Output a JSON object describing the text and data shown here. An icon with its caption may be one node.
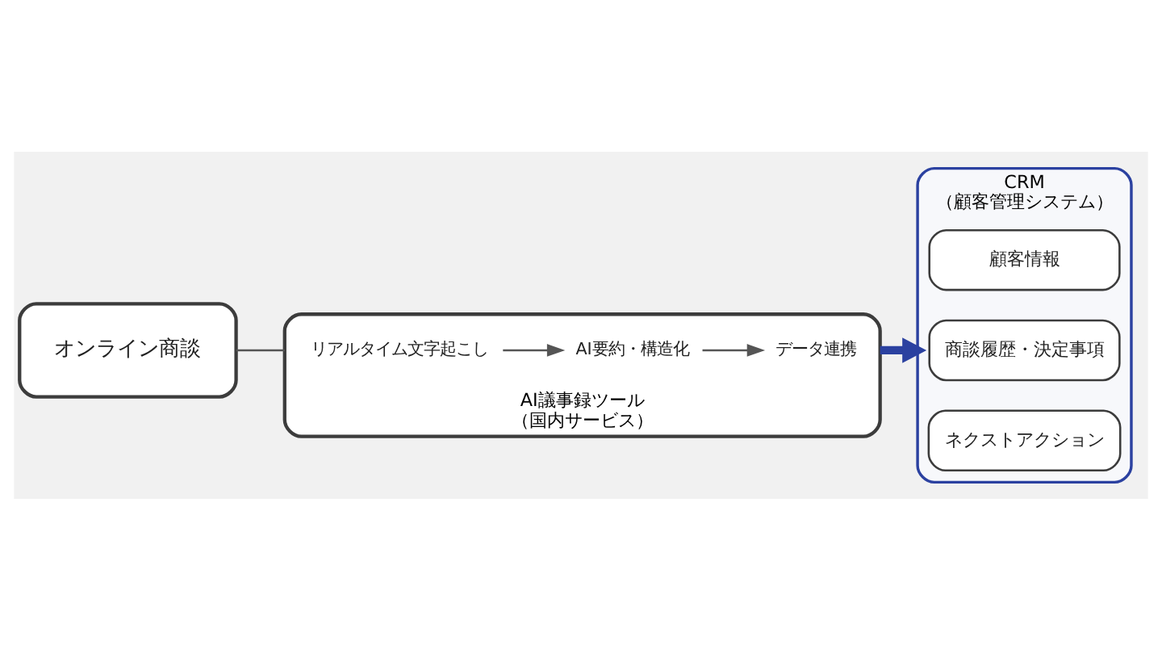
{
  "diagram": {
    "nodes": [
      {
        "text": [
          "オンライン商談"
        ]
      },
      {
        "text": [
          "AI議事録ツール",
          "（国内サービス）"
        ]
      },
      {
        "text": [
          "リアルタイム文字起こし"
        ],
        "in": 1
      },
      {
        "text": [
          "AI要約・構造化"
        ],
        "in": 1
      },
      {
        "text": [
          "データ連携"
        ],
        "in": 1
      },
      {
        "text": [
          "CRM",
          "（顧客管理システム）"
        ]
      },
      {
        "text": [
          "顧客情報"
        ],
        "in": 5
      },
      {
        "text": [
          "商談履歴・決定事項"
        ],
        "in": 5
      },
      {
        "text": [
          "ネクストアクション"
        ],
        "in": 5
      }
    ],
    "edges": [
      {
        "from": 0,
        "to": 1,
        "arrow": "none"
      },
      {
        "from": 2,
        "to": 3,
        "arrow": "to"
      },
      {
        "from": 3,
        "to": 4,
        "arrow": "to"
      },
      {
        "from": 1,
        "to": 5,
        "arrow": "to",
        "style": "thick",
        "color": "#2b41a0"
      }
    ]
  }
}
